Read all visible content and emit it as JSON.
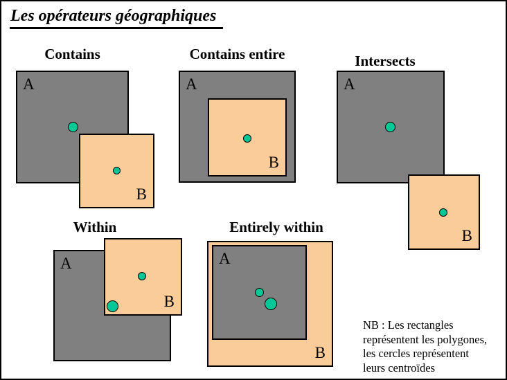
{
  "title": "Les opérateurs géographiques",
  "colors": {
    "polygon_a_fill": "#808080",
    "polygon_b_fill": "#FACC99",
    "centroid_fill": "#00C896",
    "outline": "#000000"
  },
  "diagrams": [
    {
      "title": "Contains",
      "label_a": "A",
      "label_b": "B"
    },
    {
      "title": "Contains entire",
      "label_a": "A",
      "label_b": "B"
    },
    {
      "title": "Intersects",
      "label_a": "A",
      "label_b": "B"
    },
    {
      "title": "Within",
      "label_a": "A",
      "label_b": "B"
    },
    {
      "title": "Entirely within",
      "label_a": "A",
      "label_b": "B"
    }
  ],
  "note": {
    "lines": [
      "NB : Les rectangles",
      "représentent les polygones,",
      "les cercles représentent",
      "leurs centroïdes"
    ]
  }
}
